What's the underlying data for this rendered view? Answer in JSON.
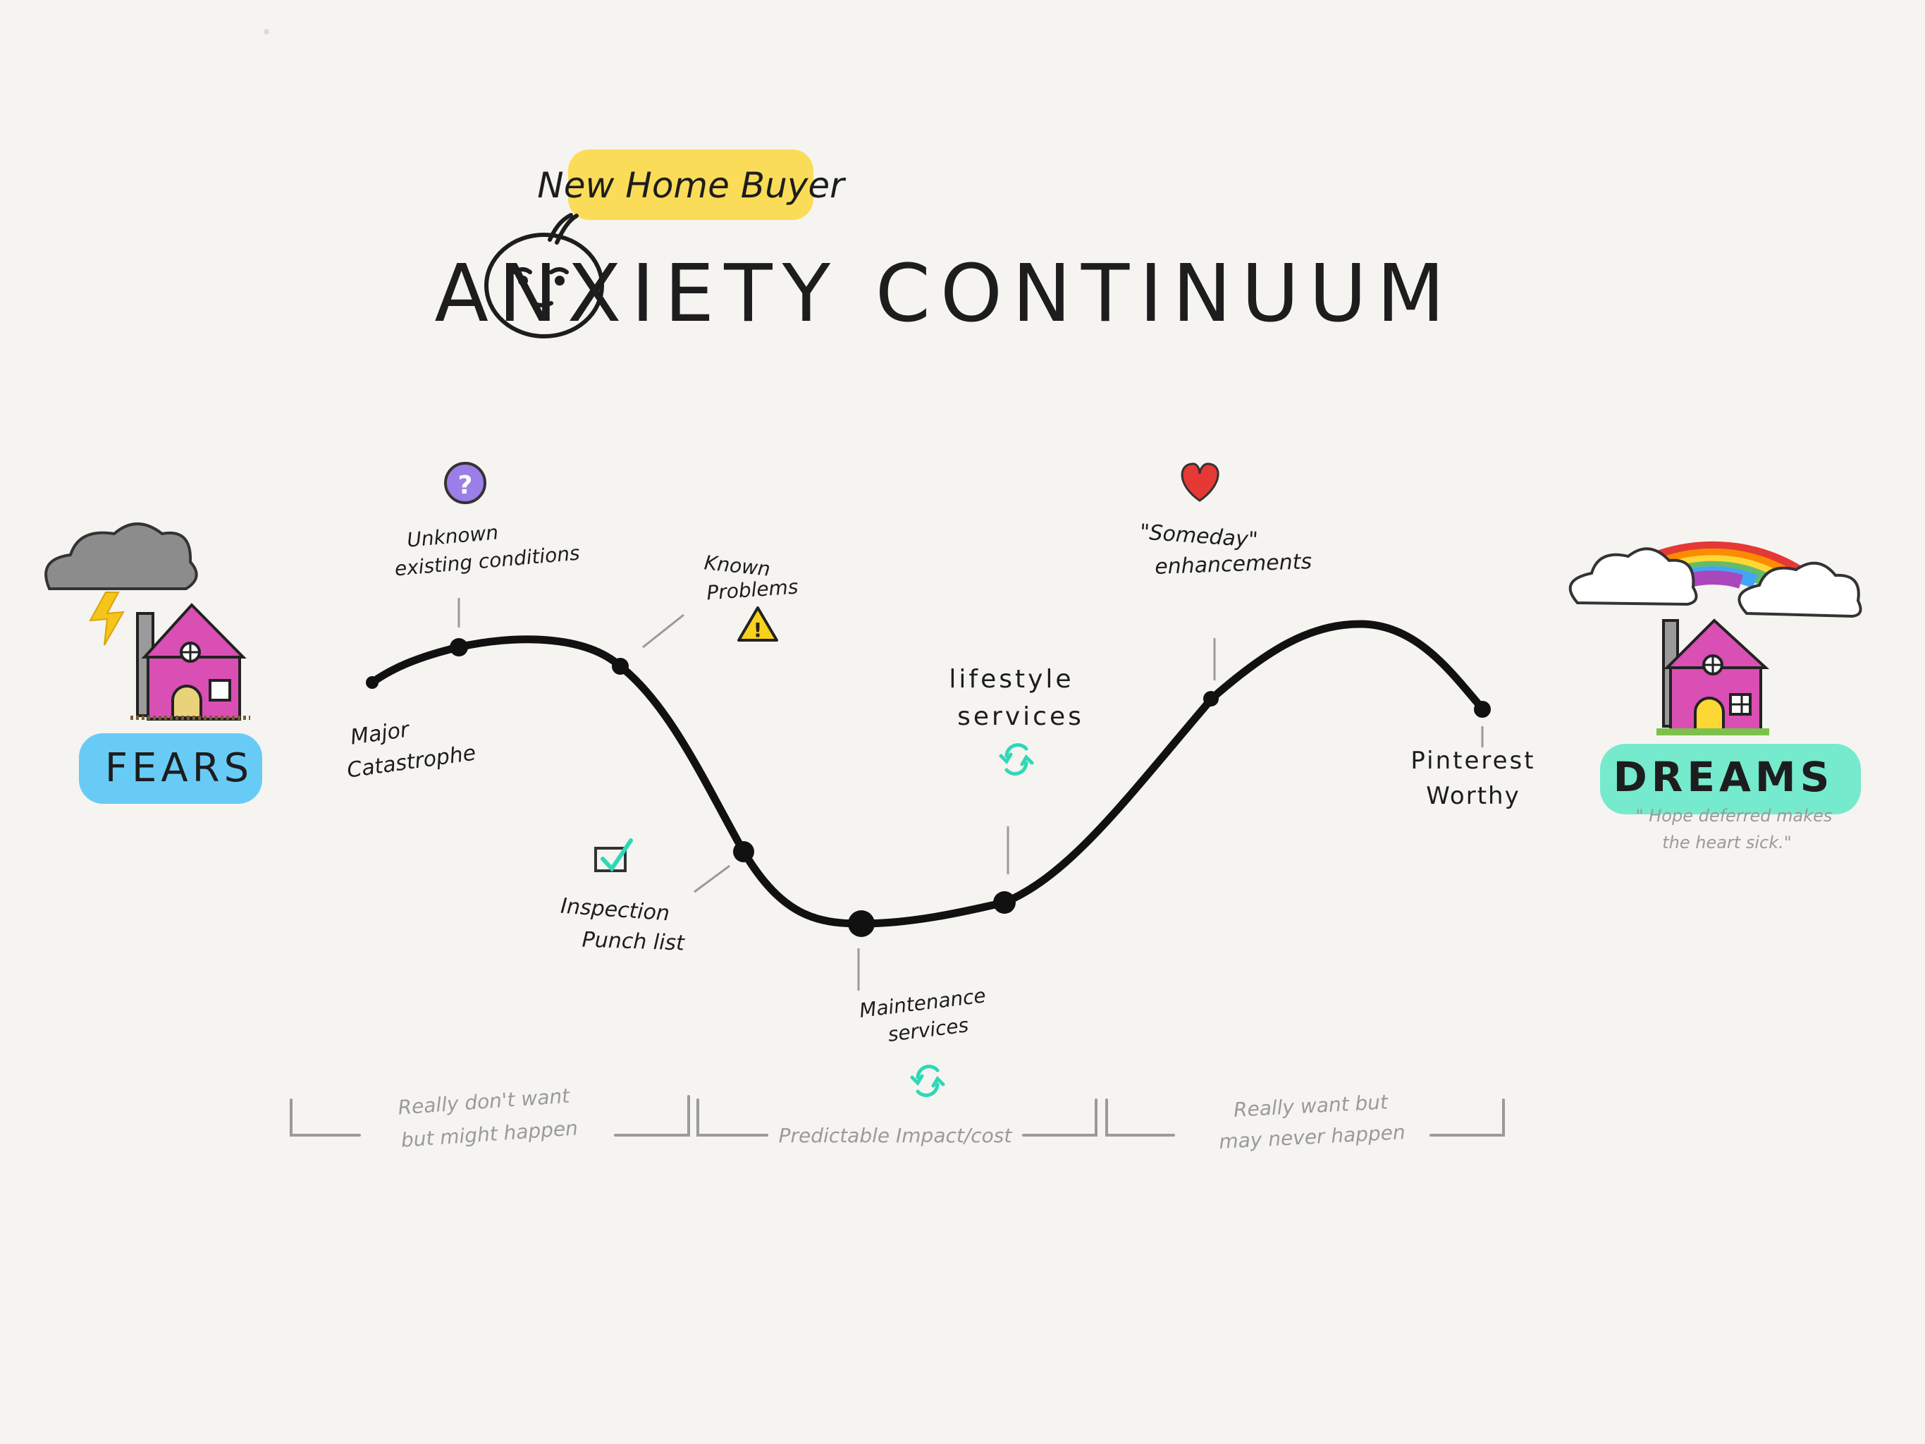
{
  "header": {
    "subtitle": "New Home Buyer",
    "title": "ANXIETY CONTINUUM"
  },
  "left_end": {
    "label": "FEARS",
    "colors": {
      "highlight": "#4fc3f7",
      "house": "#d94fb3",
      "cloud": "#8c8c8c",
      "bolt": "#f6c51b"
    }
  },
  "right_end": {
    "label": "DREAMS",
    "quote_line1": "\" Hope deferred makes",
    "quote_line2": "the heart sick.\"",
    "colors": {
      "highlight": "#5ee8c5",
      "house": "#d94fb3"
    }
  },
  "points": {
    "major_catastrophe": {
      "line1": "Major",
      "line2": "Catastrophe"
    },
    "unknown_conditions": {
      "line1": "Unknown",
      "line2": "existing conditions",
      "icon": "question-icon"
    },
    "known_problems": {
      "line1": "Known",
      "line2": "Problems",
      "icon": "warning-icon"
    },
    "inspection_punch_list": {
      "line1": "Inspection",
      "line2": "Punch list",
      "icon": "checkbox-icon"
    },
    "maintenance_services": {
      "line1": "Maintenance",
      "line2": "services",
      "icon": "cycle-icon"
    },
    "lifestyle_services": {
      "line1": "lifestyle",
      "line2": "services",
      "icon": "cycle-icon"
    },
    "someday_enhancements": {
      "line1": "\"Someday\"",
      "line2": "enhancements",
      "icon": "heart-icon"
    },
    "pinterest_worthy": {
      "line1": "Pinterest",
      "line2": "Worthy"
    }
  },
  "brackets": {
    "left": {
      "line1": "Really don't want",
      "line2": "but might happen"
    },
    "middle": {
      "line1": "Predictable Impact/cost"
    },
    "right": {
      "line1": "Really want but",
      "line2": "may never happen"
    }
  },
  "colors": {
    "curve": "#111111",
    "question": "#9b7ee8",
    "heart": "#e53935",
    "warning": "#f7d21b",
    "check": "#2ed8b6",
    "cycle": "#2ed8b6",
    "bracket": "#9a9a9a"
  }
}
